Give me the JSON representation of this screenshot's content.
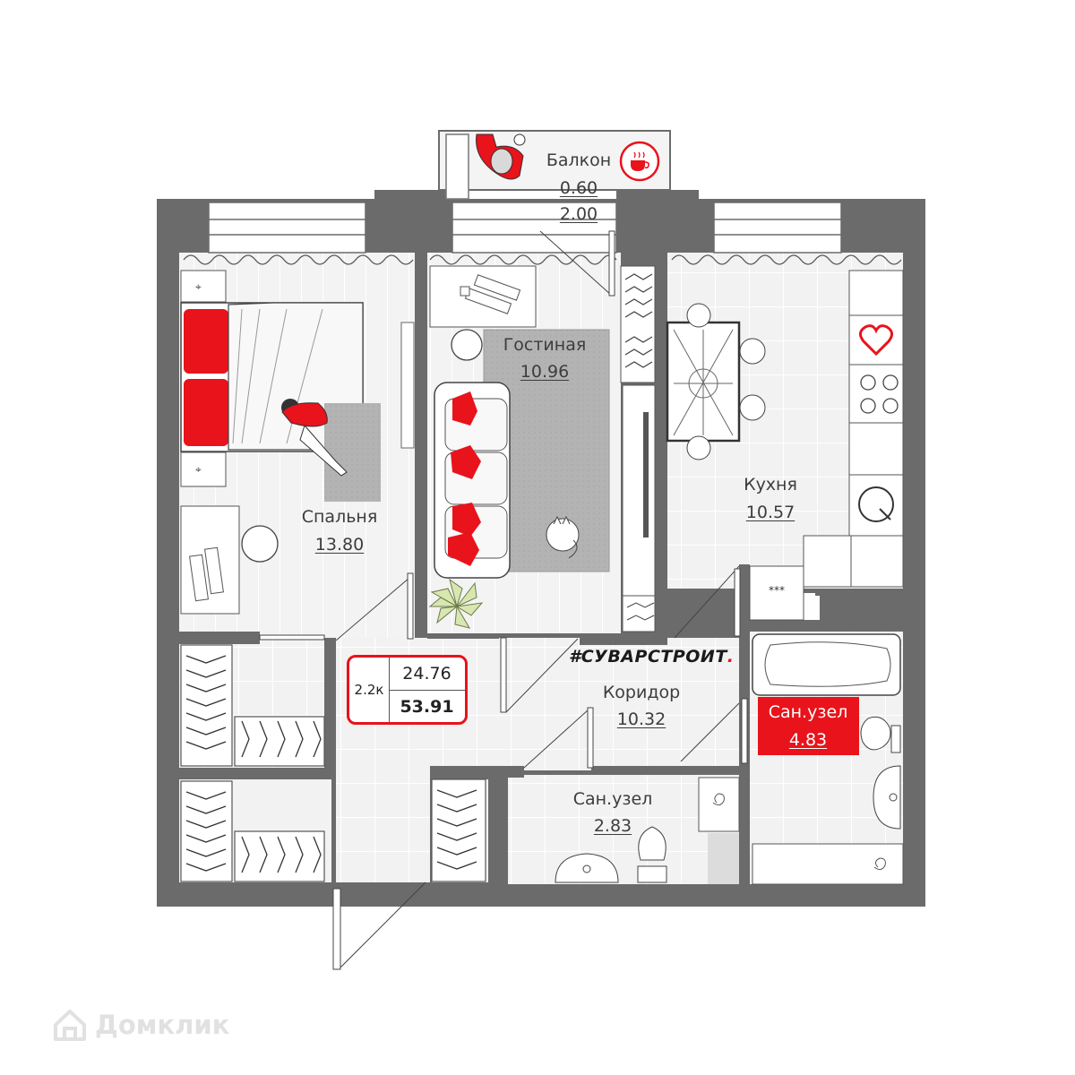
{
  "rooms": {
    "balcony": {
      "name": "Балкон",
      "area": "0.60",
      "area2": "2.00"
    },
    "living": {
      "name": "Гостиная",
      "area": "10.96"
    },
    "bedroom": {
      "name": "Спальня",
      "area": "13.80"
    },
    "kitchen": {
      "name": "Кухня",
      "area": "10.57"
    },
    "corridor": {
      "name": "Коридор",
      "area": "10.32"
    },
    "bath_main": {
      "name": "Сан.узел",
      "area": "4.83"
    },
    "bath_small": {
      "name": "Сан.узел",
      "area": "2.83"
    }
  },
  "summary": {
    "type": "2.2к",
    "living_area": "24.76",
    "total_area": "53.91"
  },
  "brand": {
    "hash": "#",
    "name": "СУВАРСТРОИТ",
    "dot": "."
  },
  "misc": {
    "cabinet_mark": "***"
  },
  "watermark": {
    "text": "Домклик"
  },
  "colors": {
    "wall": "#6b6b6b",
    "accent": "#e8131b",
    "rug": "#b9b9b9",
    "floor": "#f1f1f1"
  },
  "icons": [
    "coffee-cup-icon",
    "heart-icon",
    "house-logo-icon"
  ]
}
